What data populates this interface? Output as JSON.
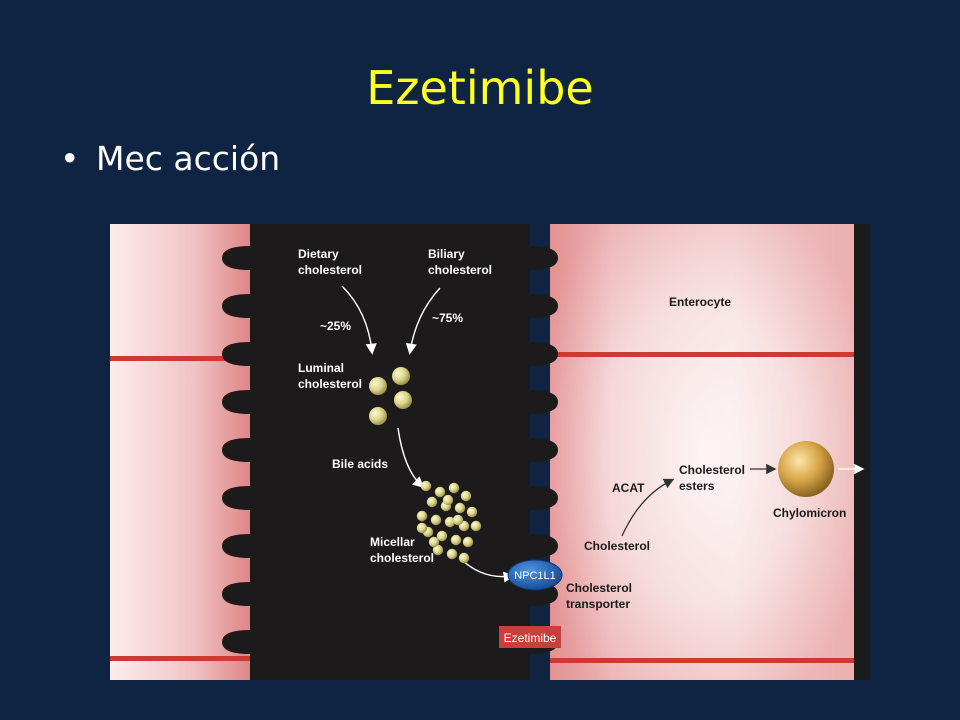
{
  "slide": {
    "title": "Ezetimibe",
    "bullet": "Mec acción"
  },
  "diagram": {
    "dietary": [
      "Dietary",
      "cholesterol"
    ],
    "biliary": [
      "Biliary",
      "cholesterol"
    ],
    "dietary_pct": "~25%",
    "biliary_pct": "~75%",
    "luminal": [
      "Luminal",
      "cholesterol"
    ],
    "bile_acids": "Bile acids",
    "micellar": [
      "Micellar",
      "cholesterol"
    ],
    "npc1l1": "NPC1L1",
    "transporter": [
      "Cholesterol",
      "transporter"
    ],
    "ezetimibe": "Ezetimibe",
    "cholesterol": "Cholesterol",
    "acat": "ACAT",
    "esters": [
      "Cholesterol",
      "esters"
    ],
    "chylomicron": "Chylomicron",
    "enterocyte": "Enterocyte"
  },
  "colors": {
    "background": "#0f2442",
    "title": "#ffff22",
    "lumen": "#1c1a1a",
    "cell": "#f6dcdc",
    "membrane": "#d9666b",
    "ezetimibe_box": "#c6403c",
    "npc1l1": "#1f63b8"
  }
}
